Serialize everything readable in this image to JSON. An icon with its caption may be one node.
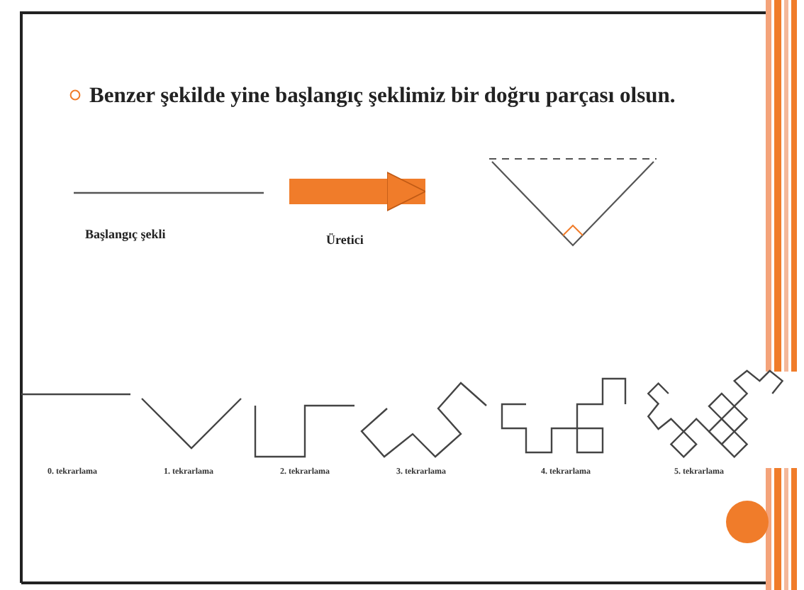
{
  "diagram": {
    "nodes": [
      {
        "text": [],
        "shape": "picture",
        "beside": [
          "Başlangıç şekli"
        ]
      },
      {
        "text": [],
        "shape": "picture"
      }
    ],
    "edges": [
      {
        "from": 0,
        "to": 1,
        "arrow": "to",
        "label": "Üretici",
        "color": "#f07c2a"
      }
    ],
    "labels": [
      "Benzer şekilde yine başlangıç şeklimiz bir doğru parçası olsun.",
      "0. tekrarlama",
      "1. tekrarlama",
      "2. tekrarlama",
      "3. tekrarlama",
      "4. tekrarlama",
      "5. tekrarlama"
    ]
  }
}
